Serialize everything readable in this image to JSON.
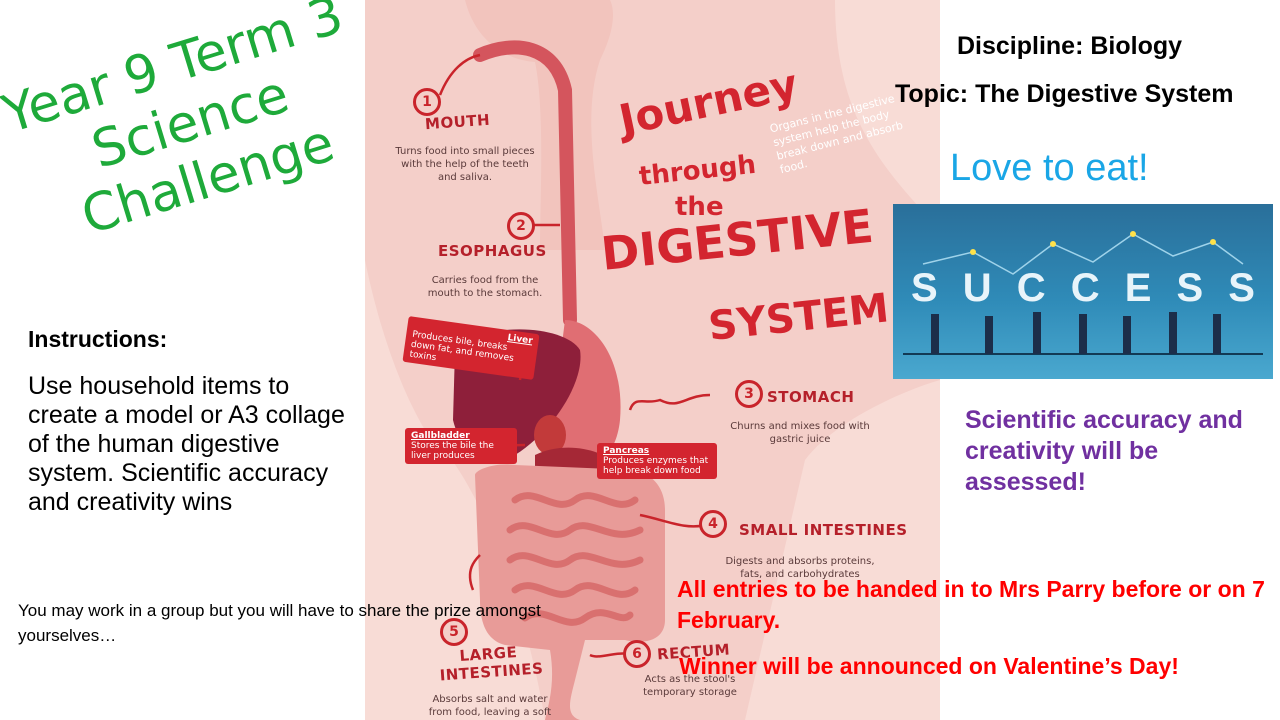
{
  "title": {
    "line1": "Year 9 Term 3",
    "line2": "Science",
    "line3": "Challenge"
  },
  "instructions": {
    "heading": "Instructions:",
    "body": "Use household items to create a model or A3 collage of the human digestive system. Scientific accuracy and creativity wins"
  },
  "group_note": "You may work in a group but you will have to share the prize amongst yourselves…",
  "discipline": "Discipline: Biology",
  "topic": "Topic: The Digestive System",
  "love": "Love to eat!",
  "success_image": {
    "letters": [
      "S",
      "U",
      "C",
      "C",
      "E",
      "S",
      "S"
    ],
    "background": "#2f8bb8"
  },
  "assessment": "Scientific accuracy and creativity will be assessed!",
  "entries": "All entries to be handed in to Mrs Parry  before or on 7 February.",
  "winner": "Winner will be announced on Valentine’s Day!",
  "poster": {
    "heading1": "Journey",
    "heading2": "through",
    "heading3": "the",
    "heading4": "DIGESTIVE",
    "heading5": "SYSTEM",
    "side_note": "Organs in the digestive system help the body break down and absorb food.",
    "steps": [
      {
        "num": "1",
        "label": "MOUTH",
        "desc": "Turns food into small pieces with the help of the teeth and saliva."
      },
      {
        "num": "2",
        "label": "ESOPHAGUS",
        "desc": "Carries food from the mouth to the stomach."
      },
      {
        "num": "3",
        "label": "STOMACH",
        "desc": "Churns and mixes food with gastric juice"
      },
      {
        "num": "4",
        "label": "SMALL INTESTINES",
        "desc": "Digests and absorbs proteins, fats, and carbohydrates"
      },
      {
        "num": "5",
        "label": "LARGE INTESTINES",
        "desc": "Absorbs salt and water from food, leaving a soft"
      },
      {
        "num": "6",
        "label": "RECTUM",
        "desc": "Acts as the stool's temporary storage"
      }
    ],
    "tags": {
      "liver_name": "Liver",
      "liver_desc": "Produces bile, breaks down fat, and removes toxins",
      "gall_name": "Gallbladder",
      "gall_desc": "Stores the bile the liver produces",
      "pancreas_name": "Pancreas",
      "pancreas_desc": "Produces enzymes that help break down food"
    },
    "colors": {
      "background": "#f4cfc9",
      "body": "#f8dcd6",
      "accent": "#c9242b",
      "liver": "#8e1f3a"
    }
  }
}
